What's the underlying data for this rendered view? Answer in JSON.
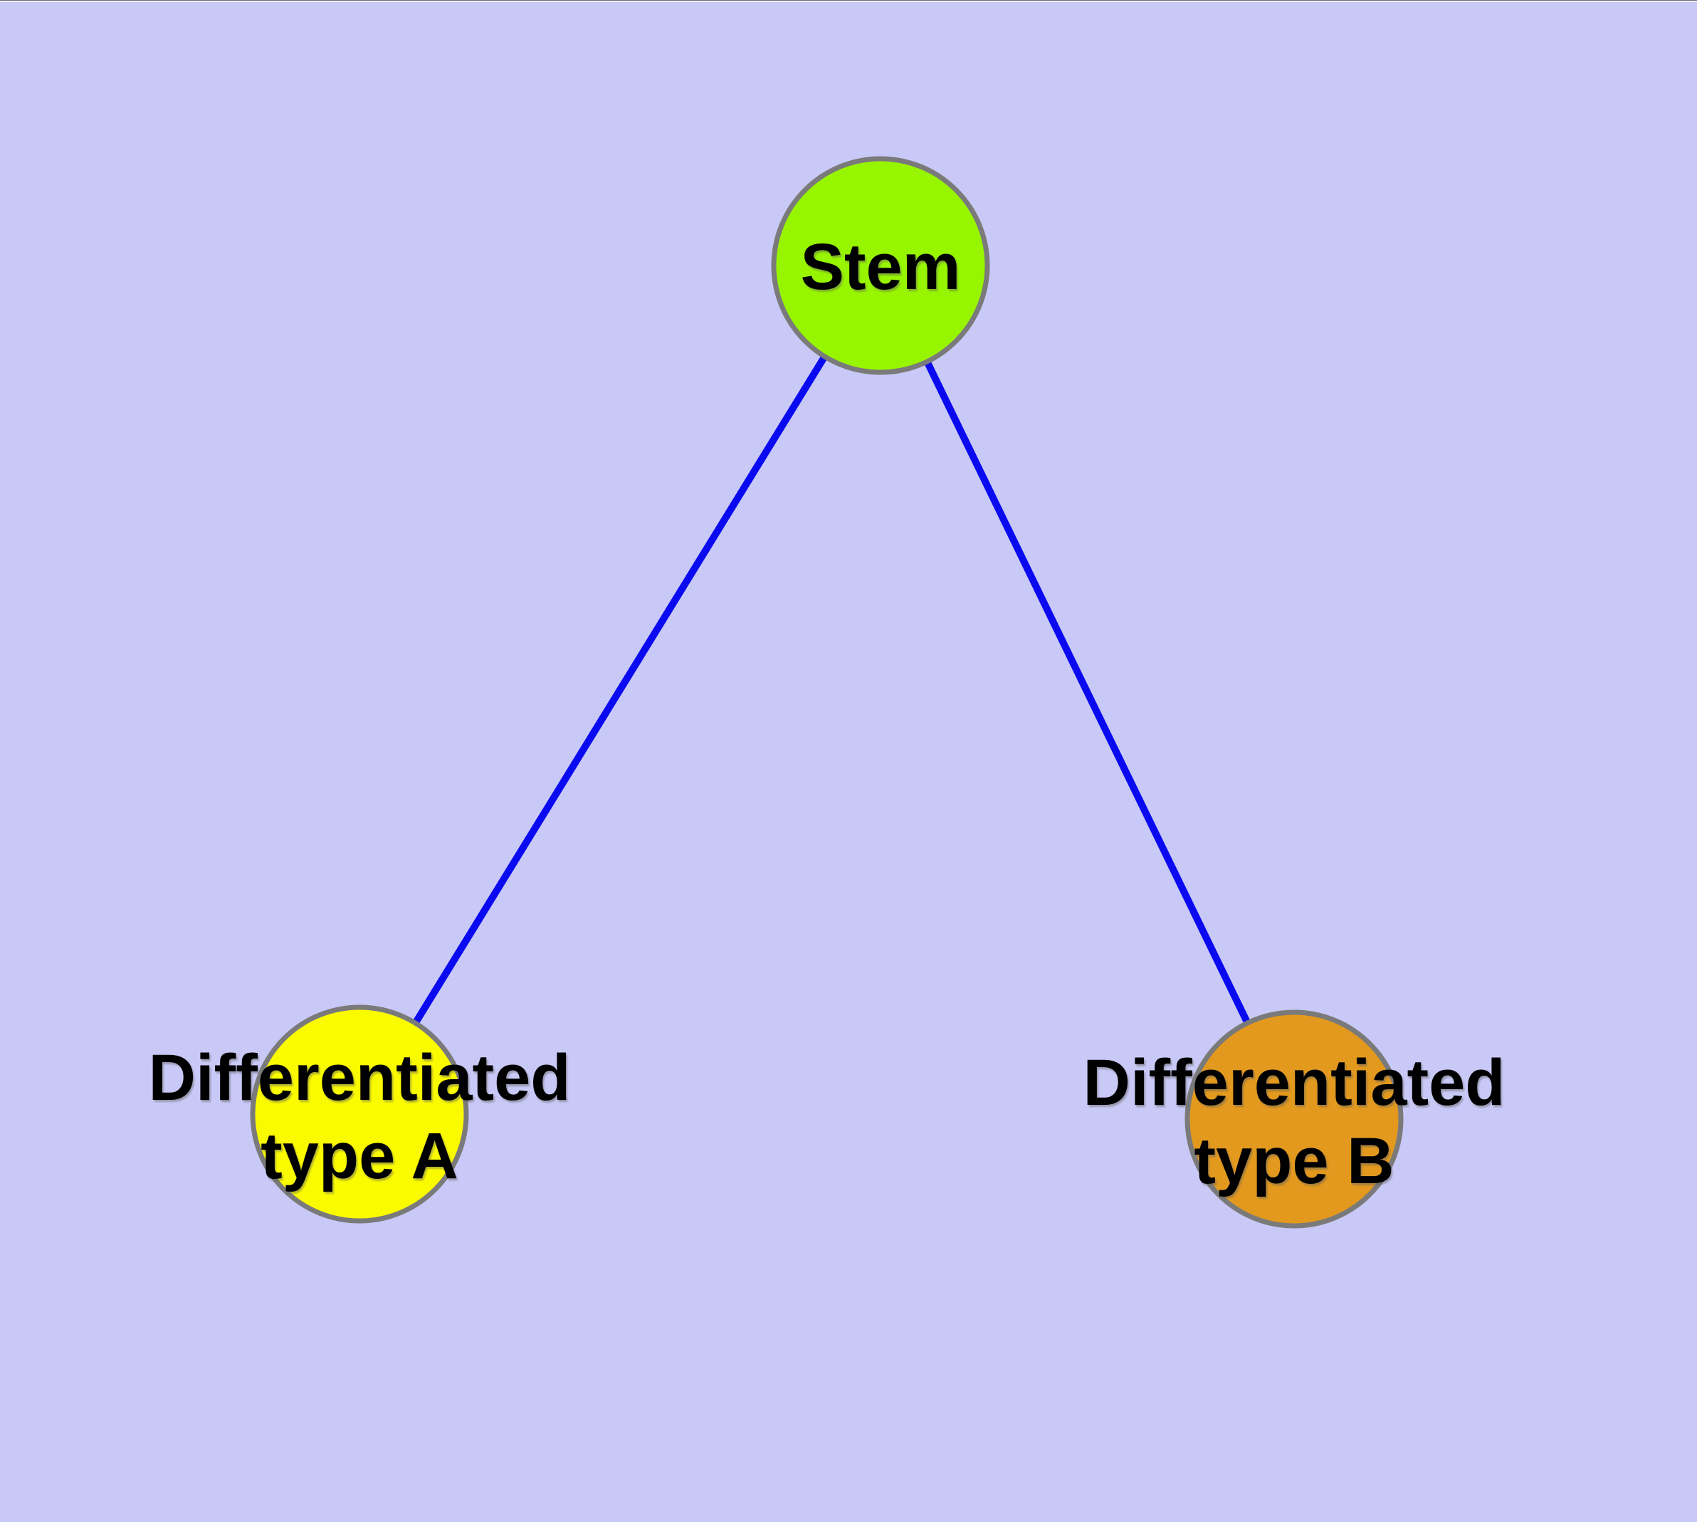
{
  "diagram": {
    "background_color": "#C9C9F7",
    "top_border_color": "#6E6E78",
    "top_highlight_color": "#EDEDFC",
    "node_border_color": "#7A7A7A",
    "label_color": "#000000",
    "nodes": [
      {
        "id": "stem",
        "label": "Stem",
        "fill": "#97F500"
      },
      {
        "id": "differentiated-type-a",
        "label_line1": "Differentiated",
        "label_line2": "type A",
        "fill": "#FBFB00"
      },
      {
        "id": "differentiated-type-b",
        "label_line1": "Differentiated",
        "label_line2": "type B",
        "fill": "#E2991E"
      }
    ],
    "edges": [
      {
        "from": "Stem",
        "to": "Differentiated type A",
        "color": "#0A0AF0"
      },
      {
        "from": "Stem",
        "to": "Differentiated type B",
        "color": "#0A0AF0"
      }
    ]
  }
}
